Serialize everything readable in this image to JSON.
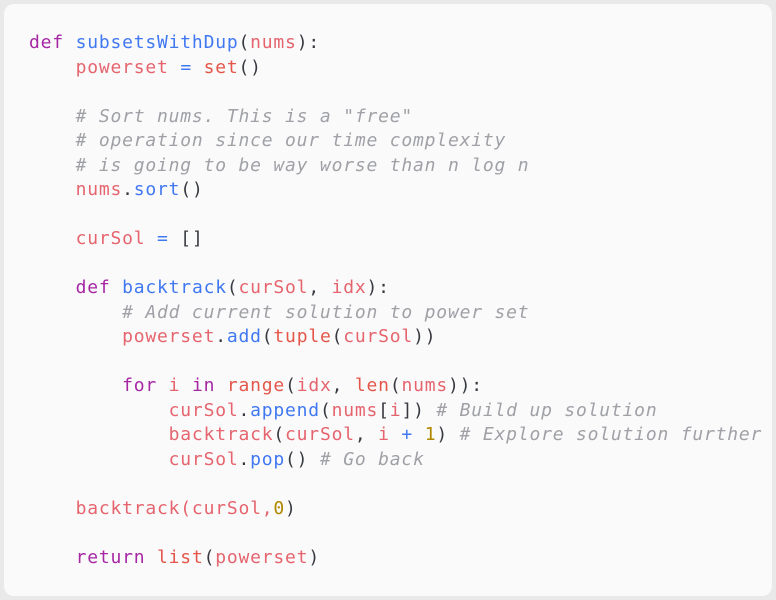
{
  "colors": {
    "page_bg": "#e9e9e9",
    "card_bg": "#fafafa",
    "plain": "#383a42",
    "keyword": "#a626a4",
    "function": "#4078f2",
    "variable": "#e5646e",
    "builtin": "#e45649",
    "number": "#b08800",
    "operator": "#4078f2",
    "comment": "#a0a1a7"
  },
  "code": {
    "language": "python",
    "lines": [
      [
        [
          "kw",
          "def"
        ],
        [
          "p",
          " "
        ],
        [
          "fn",
          "subsetsWithDup"
        ],
        [
          "p",
          "("
        ],
        [
          "var",
          "nums"
        ],
        [
          "p",
          "):"
        ]
      ],
      [
        [
          "p",
          "    "
        ],
        [
          "var",
          "powerset"
        ],
        [
          "p",
          " "
        ],
        [
          "op",
          "="
        ],
        [
          "p",
          " "
        ],
        [
          "bi",
          "set"
        ],
        [
          "p",
          "()"
        ]
      ],
      [],
      [
        [
          "p",
          "    "
        ],
        [
          "com",
          "# Sort nums. This is a \"free\""
        ]
      ],
      [
        [
          "p",
          "    "
        ],
        [
          "com",
          "# operation since our time complexity"
        ]
      ],
      [
        [
          "p",
          "    "
        ],
        [
          "com",
          "# is going to be way worse than n log n"
        ]
      ],
      [
        [
          "p",
          "    "
        ],
        [
          "var",
          "nums"
        ],
        [
          "p",
          "."
        ],
        [
          "fn",
          "sort"
        ],
        [
          "p",
          "()"
        ]
      ],
      [],
      [
        [
          "p",
          "    "
        ],
        [
          "var",
          "curSol"
        ],
        [
          "p",
          " "
        ],
        [
          "op",
          "="
        ],
        [
          "p",
          " []"
        ]
      ],
      [],
      [
        [
          "p",
          "    "
        ],
        [
          "kw",
          "def"
        ],
        [
          "p",
          " "
        ],
        [
          "fn",
          "backtrack"
        ],
        [
          "p",
          "("
        ],
        [
          "var",
          "curSol"
        ],
        [
          "p",
          ", "
        ],
        [
          "var",
          "idx"
        ],
        [
          "p",
          "):"
        ]
      ],
      [
        [
          "p",
          "        "
        ],
        [
          "com",
          "# Add current solution to power set"
        ]
      ],
      [
        [
          "p",
          "        "
        ],
        [
          "var",
          "powerset"
        ],
        [
          "p",
          "."
        ],
        [
          "fn",
          "add"
        ],
        [
          "p",
          "("
        ],
        [
          "bi",
          "tuple"
        ],
        [
          "p",
          "("
        ],
        [
          "var",
          "curSol"
        ],
        [
          "p",
          "))"
        ]
      ],
      [],
      [
        [
          "p",
          "        "
        ],
        [
          "kw",
          "for"
        ],
        [
          "p",
          " "
        ],
        [
          "var",
          "i"
        ],
        [
          "p",
          " "
        ],
        [
          "kw",
          "in"
        ],
        [
          "p",
          " "
        ],
        [
          "bi",
          "range"
        ],
        [
          "p",
          "("
        ],
        [
          "var",
          "idx"
        ],
        [
          "p",
          ", "
        ],
        [
          "bi",
          "len"
        ],
        [
          "p",
          "("
        ],
        [
          "var",
          "nums"
        ],
        [
          "p",
          ")):"
        ]
      ],
      [
        [
          "p",
          "            "
        ],
        [
          "var",
          "curSol"
        ],
        [
          "p",
          "."
        ],
        [
          "fn",
          "append"
        ],
        [
          "p",
          "("
        ],
        [
          "var",
          "nums"
        ],
        [
          "p",
          "["
        ],
        [
          "var",
          "i"
        ],
        [
          "p",
          "]) "
        ],
        [
          "com",
          "# Build up solution"
        ]
      ],
      [
        [
          "p",
          "            "
        ],
        [
          "var",
          "backtrack"
        ],
        [
          "p",
          "("
        ],
        [
          "var",
          "curSol"
        ],
        [
          "p",
          ", "
        ],
        [
          "var",
          "i"
        ],
        [
          "p",
          " "
        ],
        [
          "op",
          "+"
        ],
        [
          "p",
          " "
        ],
        [
          "num",
          "1"
        ],
        [
          "p",
          ") "
        ],
        [
          "com",
          "# Explore solution further"
        ]
      ],
      [
        [
          "p",
          "            "
        ],
        [
          "var",
          "curSol"
        ],
        [
          "p",
          "."
        ],
        [
          "fn",
          "pop"
        ],
        [
          "p",
          "() "
        ],
        [
          "com",
          "# Go back"
        ]
      ],
      [],
      [
        [
          "p",
          "    "
        ],
        [
          "var",
          "backtrack(curSol,"
        ],
        [
          "num",
          "0"
        ],
        [
          "p",
          ")"
        ]
      ],
      [],
      [
        [
          "p",
          "    "
        ],
        [
          "kw",
          "return"
        ],
        [
          "p",
          " "
        ],
        [
          "bi",
          "list"
        ],
        [
          "p",
          "("
        ],
        [
          "var",
          "powerset"
        ],
        [
          "p",
          ")"
        ]
      ]
    ]
  }
}
